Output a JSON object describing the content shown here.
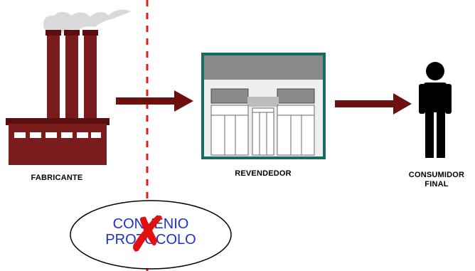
{
  "labels": {
    "fabricante": "FABRICANTE",
    "revendedor": "REVENDEDOR",
    "consumidor_line1": "CONSUMIDOR",
    "consumidor_line2": "FINAL"
  },
  "ellipse": {
    "line1": "CONVÊNIO",
    "line2": "PROTOCOLO"
  },
  "colors": {
    "factory": "#7a1c1c",
    "arrow": "#6e1010",
    "divider": "#e01b1b",
    "x_mark": "#e01010",
    "ellipse_text": "#1f2fd0",
    "store_frame": "#1a6a60",
    "store_roof": "#8a8a8a",
    "smoke": "#d8d8d8",
    "person": "#000000"
  },
  "icons": [
    "factory-icon",
    "store-icon",
    "person-icon",
    "arrow-icon",
    "x-mark-icon"
  ]
}
